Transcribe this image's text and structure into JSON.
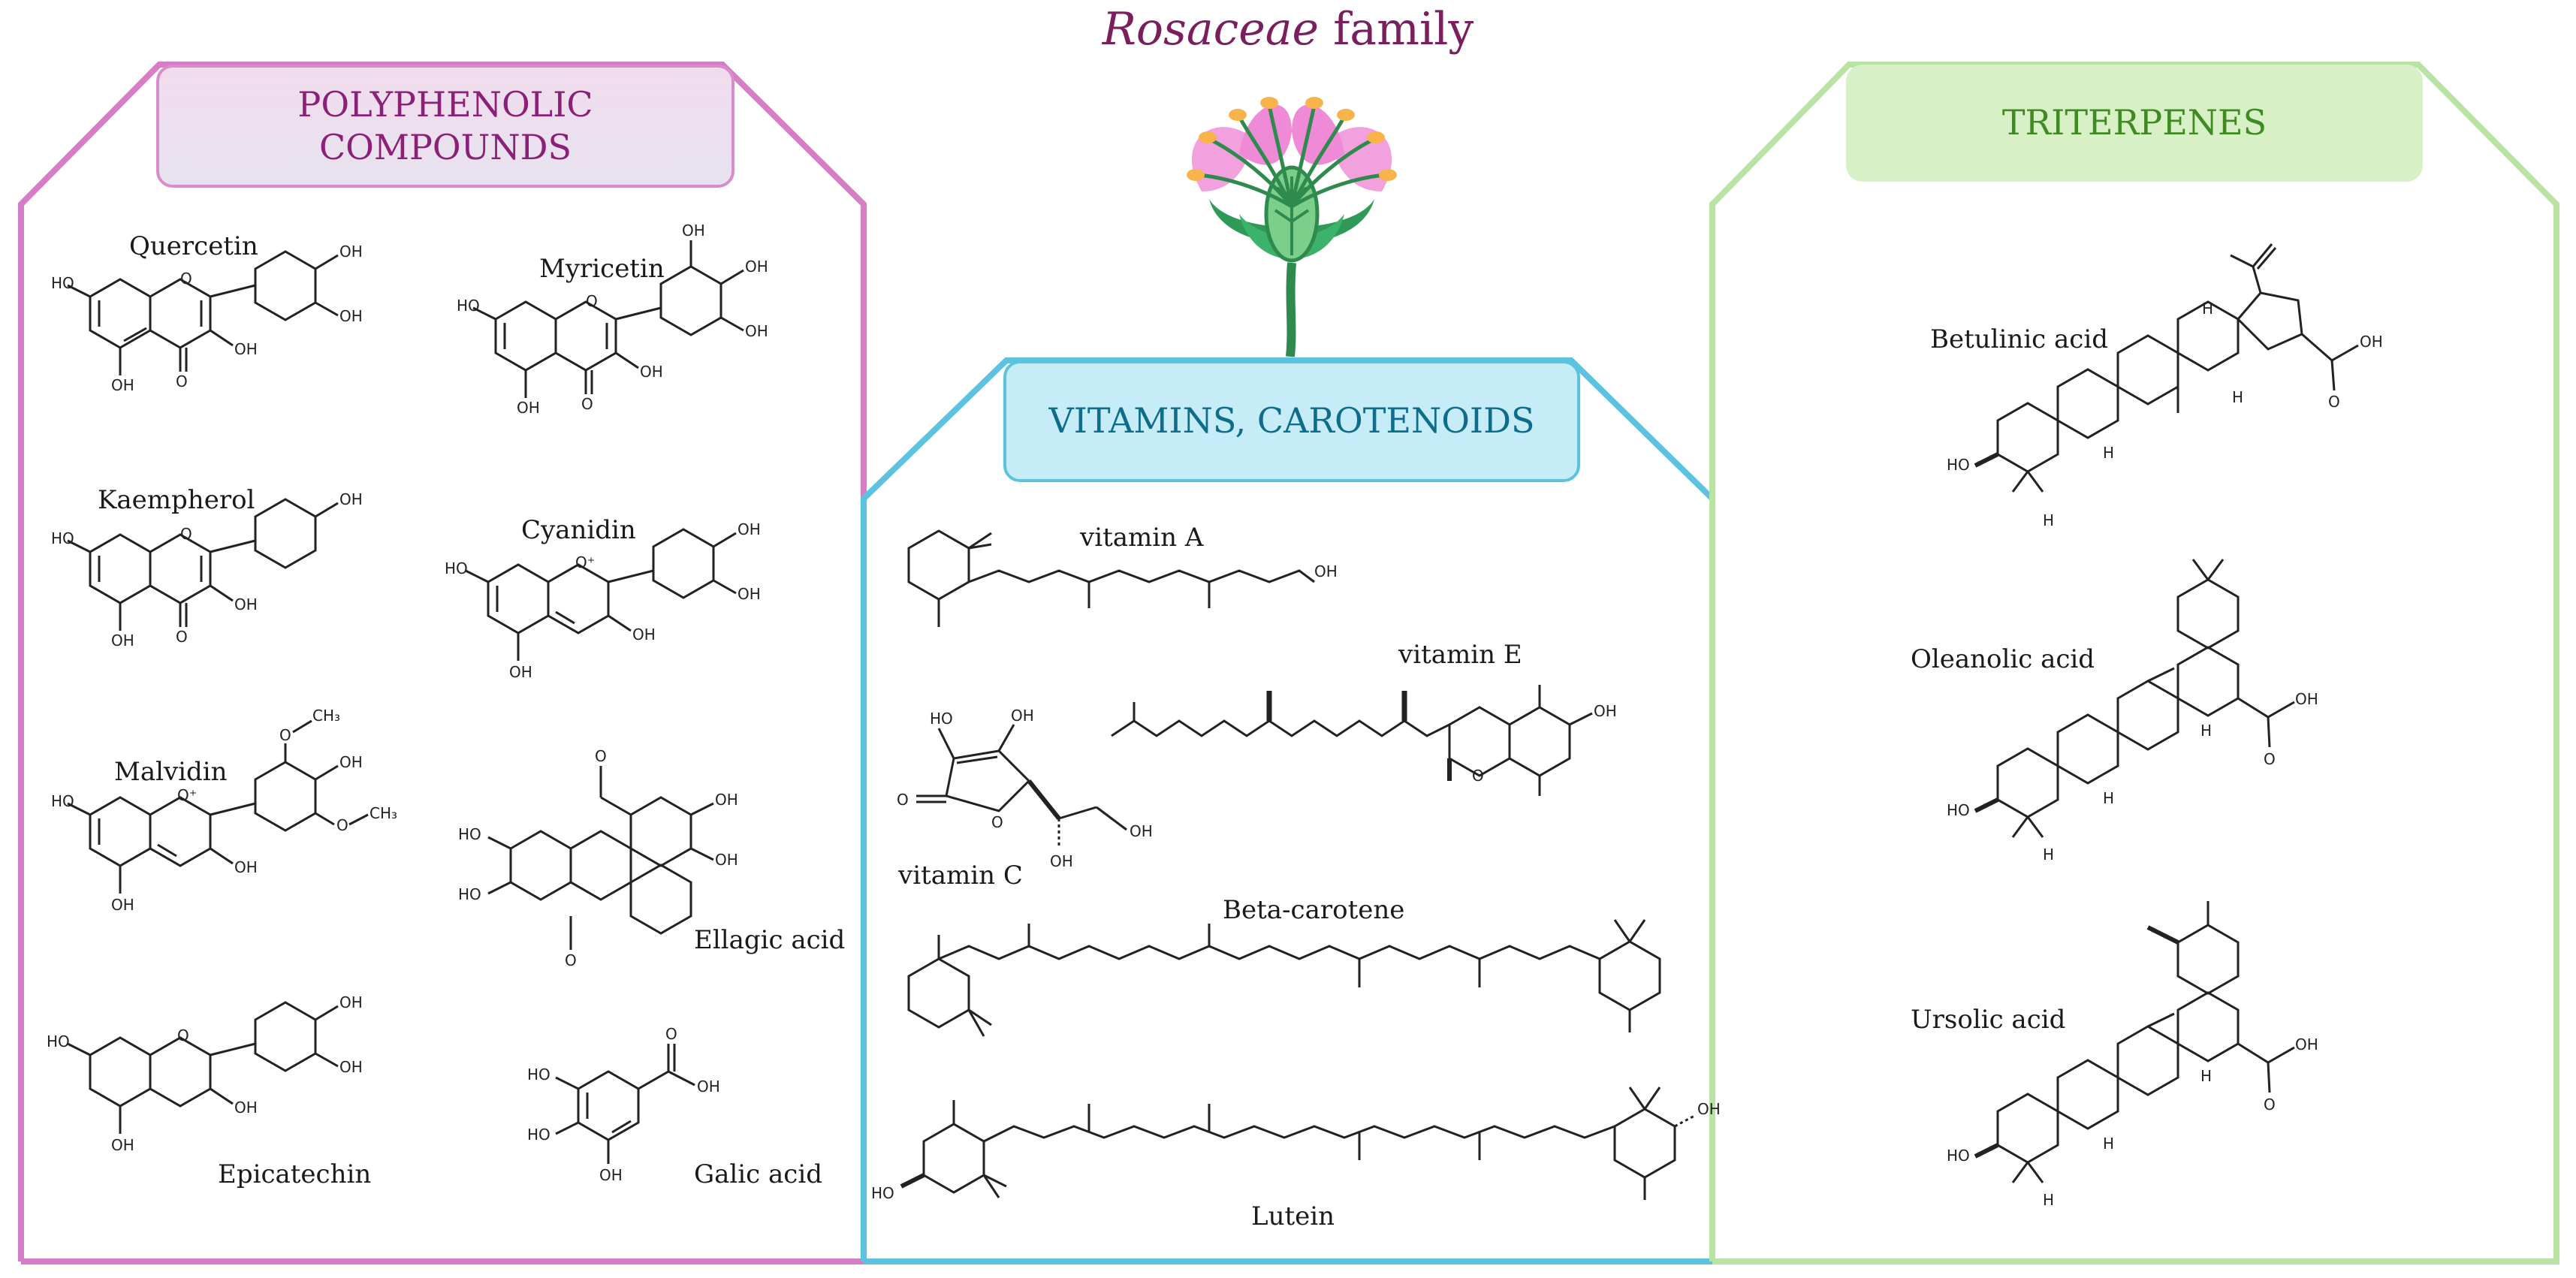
{
  "title": {
    "italic": "Rosaceae",
    "rest": " family"
  },
  "sections": {
    "polyphenolic": {
      "header": "POLYPHENOLIC COMPOUNDS",
      "compounds": [
        "Quercetin",
        "Myricetin",
        "Kaempherol",
        "Cyanidin",
        "Malvidin",
        "Ellagic acid",
        "Epicatechin",
        "Galic acid"
      ]
    },
    "vitamins": {
      "header": "VITAMINS, CAROTENOIDS",
      "compounds": [
        "vitamin A",
        "vitamin E",
        "vitamin C",
        "Beta-carotene",
        "Lutein"
      ]
    },
    "triterpenes": {
      "header": "TRITERPENES",
      "compounds": [
        "Betulinic acid",
        "Oleanolic acid",
        "Ursolic acid"
      ]
    }
  },
  "atoms": {
    "oh": "OH",
    "ho": "HO",
    "o": "O",
    "h": "H",
    "och3": "O",
    "ch3": "CH₃",
    "o_plus": "O⁺"
  },
  "colors": {
    "polyphenolic": "#d77dc6",
    "vitamins": "#5bc3e0",
    "triterpenes": "#b9e3a3",
    "title": "#7a1f5e",
    "petal": "#f3a0df",
    "stem": "#2f8a4e"
  }
}
